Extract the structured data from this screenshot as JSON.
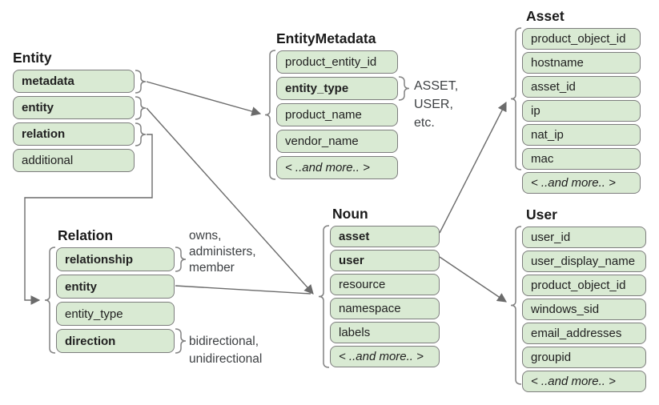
{
  "colors": {
    "field_fill": "#d9ead3",
    "field_border": "#7d7d7d",
    "connector": "#6b6b6b",
    "title_text": "#1a1a1a",
    "field_text": "#212121",
    "annotation_text": "#3d4043"
  },
  "tables": {
    "entity": {
      "title": "Entity",
      "fields": [
        {
          "label": "metadata",
          "emphasis": "bold"
        },
        {
          "label": "entity",
          "emphasis": "bold"
        },
        {
          "label": "relation",
          "emphasis": "bold"
        },
        {
          "label": "additional",
          "emphasis": "normal"
        }
      ]
    },
    "entity_metadata": {
      "title": "EntityMetadata",
      "fields": [
        {
          "label": "product_entity_id",
          "emphasis": "normal"
        },
        {
          "label": "entity_type",
          "emphasis": "bold"
        },
        {
          "label": "product_name",
          "emphasis": "normal"
        },
        {
          "label": "vendor_name",
          "emphasis": "normal"
        },
        {
          "label": "< ..and more.. >",
          "emphasis": "italic"
        }
      ]
    },
    "asset": {
      "title": "Asset",
      "fields": [
        {
          "label": "product_object_id",
          "emphasis": "normal"
        },
        {
          "label": "hostname",
          "emphasis": "normal"
        },
        {
          "label": "asset_id",
          "emphasis": "normal"
        },
        {
          "label": "ip",
          "emphasis": "normal"
        },
        {
          "label": "nat_ip",
          "emphasis": "normal"
        },
        {
          "label": "mac",
          "emphasis": "normal"
        },
        {
          "label": "< ..and more.. >",
          "emphasis": "italic"
        }
      ]
    },
    "noun": {
      "title": "Noun",
      "fields": [
        {
          "label": "asset",
          "emphasis": "bold"
        },
        {
          "label": "user",
          "emphasis": "bold"
        },
        {
          "label": "resource",
          "emphasis": "normal"
        },
        {
          "label": "namespace",
          "emphasis": "normal"
        },
        {
          "label": "labels",
          "emphasis": "normal"
        },
        {
          "label": "< ..and more.. >",
          "emphasis": "italic"
        }
      ]
    },
    "relation": {
      "title": "Relation",
      "fields": [
        {
          "label": "relationship",
          "emphasis": "bold"
        },
        {
          "label": "entity",
          "emphasis": "bold"
        },
        {
          "label": "entity_type",
          "emphasis": "normal"
        },
        {
          "label": "direction",
          "emphasis": "bold"
        }
      ]
    },
    "user": {
      "title": "User",
      "fields": [
        {
          "label": "user_id",
          "emphasis": "normal"
        },
        {
          "label": "user_display_name",
          "emphasis": "normal"
        },
        {
          "label": "product_object_id",
          "emphasis": "normal"
        },
        {
          "label": "windows_sid",
          "emphasis": "normal"
        },
        {
          "label": "email_addresses",
          "emphasis": "normal"
        },
        {
          "label": "groupid",
          "emphasis": "normal"
        },
        {
          "label": "< ..and more.. >",
          "emphasis": "italic"
        }
      ]
    }
  },
  "annotations": {
    "entity_type_values": "ASSET,\nUSER,\netc.",
    "relationship_values": "owns,\nadministers,\nmember",
    "direction_values": "bidirectional,\nunidirectional"
  }
}
